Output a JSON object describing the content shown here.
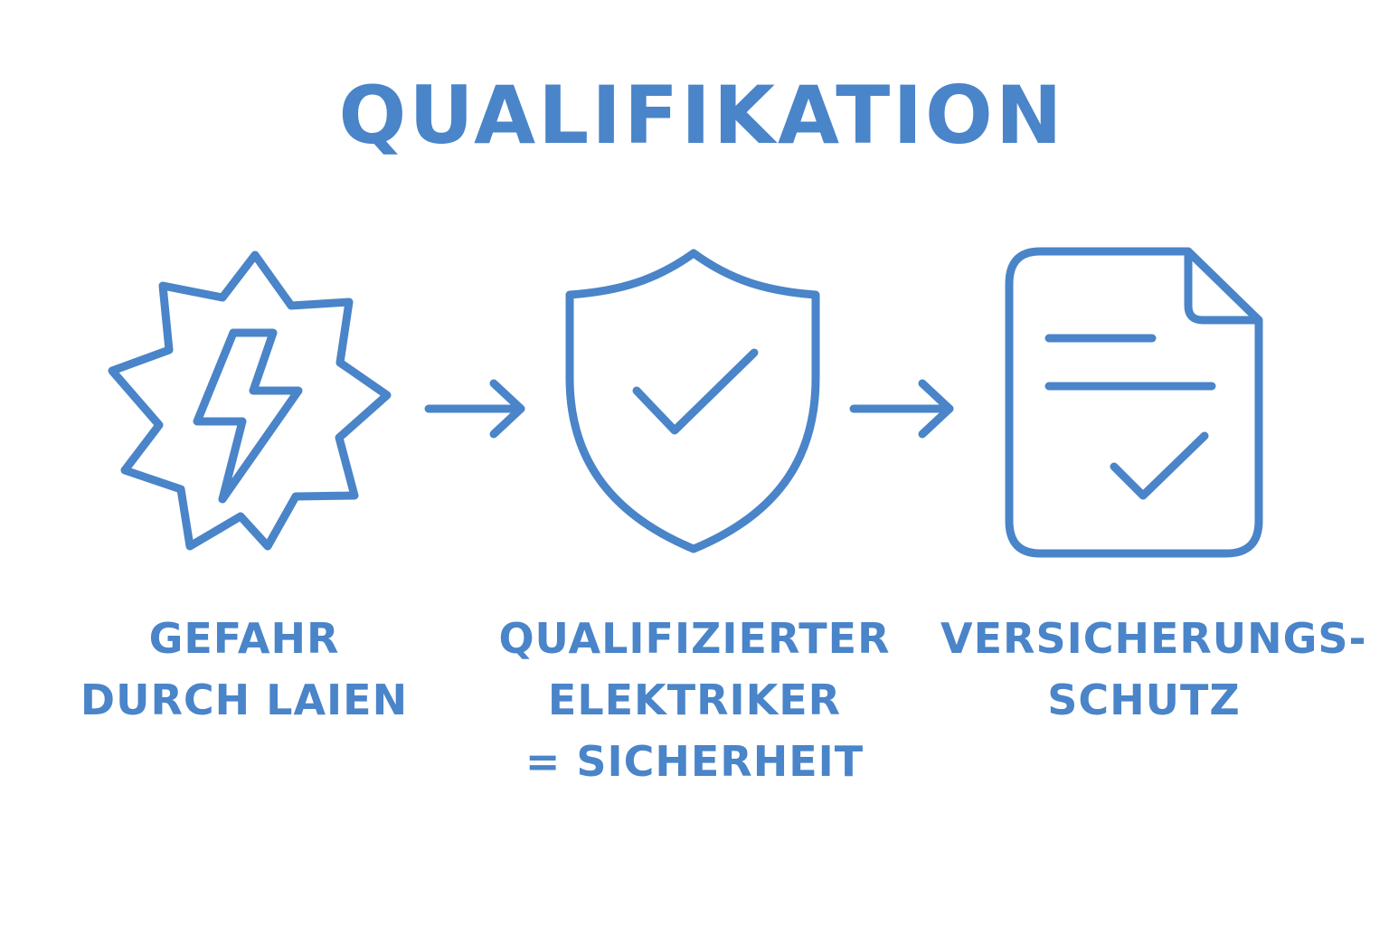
{
  "title": "QUALIFIKATION",
  "accent_color": "#4a84c9",
  "steps": [
    {
      "icon": "lightning-burst-icon",
      "lines": [
        "GEFAHR",
        "DURCH LAIEN"
      ]
    },
    {
      "icon": "shield-check-icon",
      "lines": [
        "QUALIFIZIERTER",
        "ELEKTRIKER",
        "= SICHERHEIT"
      ]
    },
    {
      "icon": "document-check-icon",
      "lines": [
        "VERSICHERUNGS-",
        "SCHUTZ"
      ]
    }
  ],
  "connectors": [
    "arrow-right-icon",
    "arrow-right-icon"
  ]
}
